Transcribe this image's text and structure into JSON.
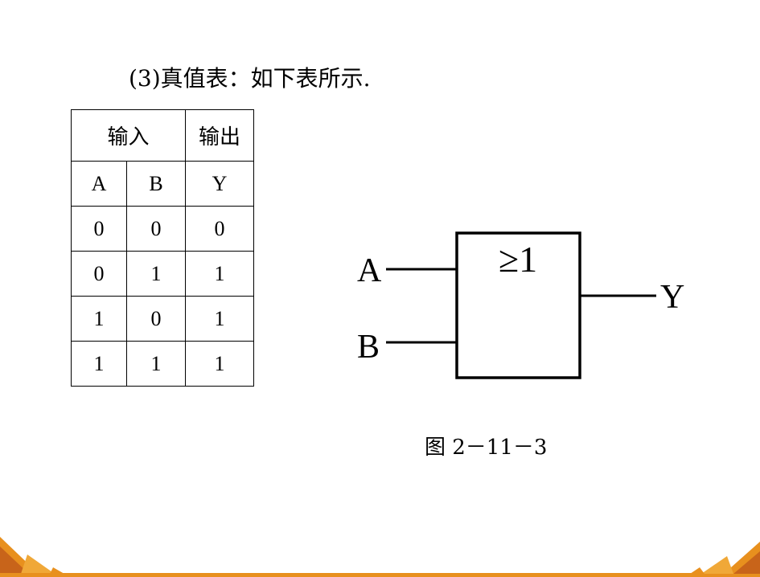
{
  "heading": "(3)真值表：如下表所示.",
  "table": {
    "group_headers": [
      {
        "label": "输入",
        "colspan": 2
      },
      {
        "label": "输出",
        "colspan": 1
      }
    ],
    "columns": [
      "A",
      "B",
      "Y"
    ],
    "rows": [
      [
        "0",
        "0",
        "0"
      ],
      [
        "0",
        "1",
        "1"
      ],
      [
        "1",
        "0",
        "1"
      ],
      [
        "1",
        "1",
        "1"
      ]
    ]
  },
  "gate": {
    "symbol": "≥1",
    "inputs": [
      "A",
      "B"
    ],
    "output": "Y"
  },
  "caption": "图 2－11－3",
  "colors": {
    "accent_orange": "#e8901e",
    "accent_dark": "#c8641a"
  }
}
